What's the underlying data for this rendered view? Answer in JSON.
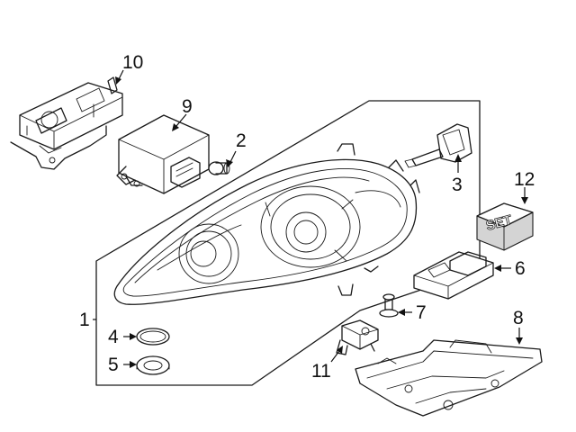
{
  "callouts": {
    "n1": "1",
    "n2": "2",
    "n3": "3",
    "n4": "4",
    "n5": "5",
    "n6": "6",
    "n7": "7",
    "n8": "8",
    "n9": "9",
    "n10": "10",
    "n11": "11",
    "n12": "12"
  },
  "set_box_label": "SET"
}
